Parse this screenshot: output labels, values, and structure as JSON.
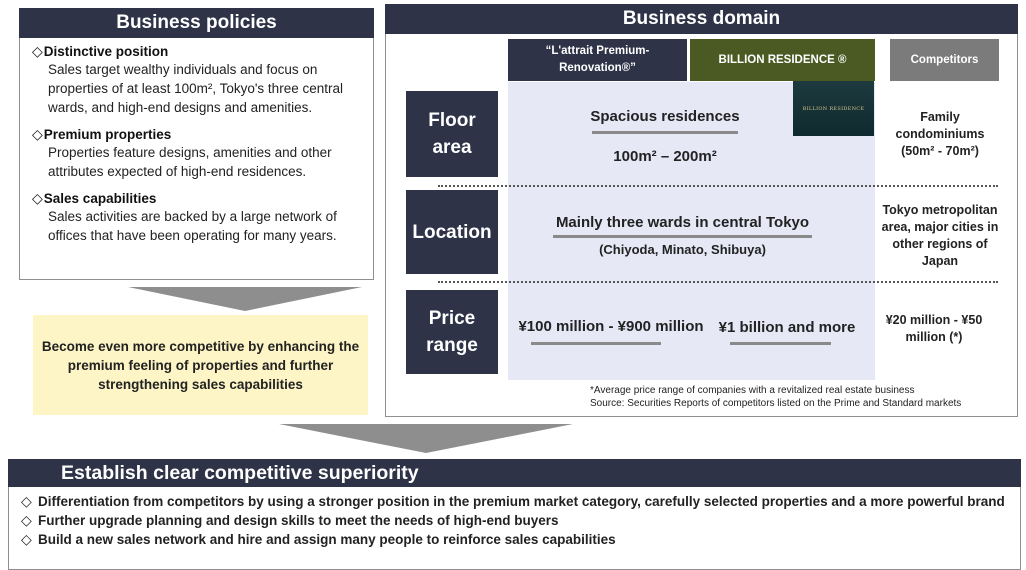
{
  "policies": {
    "title": "Business policies",
    "items": [
      {
        "title": "Distinctive position",
        "text": "Sales target wealthy individuals and focus on properties of at least 100m², Tokyo's three central wards, and high-end designs and amenities."
      },
      {
        "title": "Premium properties",
        "text": "Properties feature designs, amenities and other attributes expected of high-end residences."
      },
      {
        "title": "Sales capabilities",
        "text": "Sales activities are backed by a large network of offices that have been operating for many years."
      }
    ],
    "conclusion": "Become even more competitive by enhancing the premium feeling of properties and further strengthening sales capabilities"
  },
  "domain": {
    "title": "Business domain",
    "columns": {
      "lattrait": "“L'attrait Premium-Renovation®”",
      "billion": "BILLION RESIDENCE ®",
      "competitors": "Competitors"
    },
    "logo_text": "BILLION RESIDENCE",
    "rows": {
      "floor": {
        "label": "Floor area",
        "main": "Spacious residences",
        "sub": "100m² – 200m²",
        "competitor": "Family condominiums (50m² - 70m²)"
      },
      "location": {
        "label": "Location",
        "main": "Mainly three wards in central Tokyo",
        "sub": "(Chiyoda, Minato, Shibuya)",
        "competitor": "Tokyo metropolitan area, major cities in other regions of Japan"
      },
      "price": {
        "label": "Price range",
        "lattrait": "¥100 million - ¥900 million",
        "billion": "¥1 billion and more",
        "competitor": "¥20 million - ¥50 million (*)"
      }
    },
    "notes": [
      "*Average price range of companies with a revitalized real estate business",
      "Source: Securities Reports of competitors listed on the Prime and Standard markets"
    ]
  },
  "superiority": {
    "title": "Establish clear competitive superiority",
    "items": [
      "Differentiation from competitors by using a stronger position in the premium market category, carefully selected properties and a more powerful brand",
      "Further upgrade planning and design skills to meet the needs of high-end buyers",
      "Build a new sales network and hire and assign many people to reinforce sales capabilities"
    ]
  },
  "icons": {
    "bullet": "◇"
  },
  "colors": {
    "navy": "#2e3348",
    "olive": "#4a5a22",
    "gray_header": "#7b7b7b",
    "lavender": "#e6e8f6",
    "yellow": "#fdf5c5"
  }
}
